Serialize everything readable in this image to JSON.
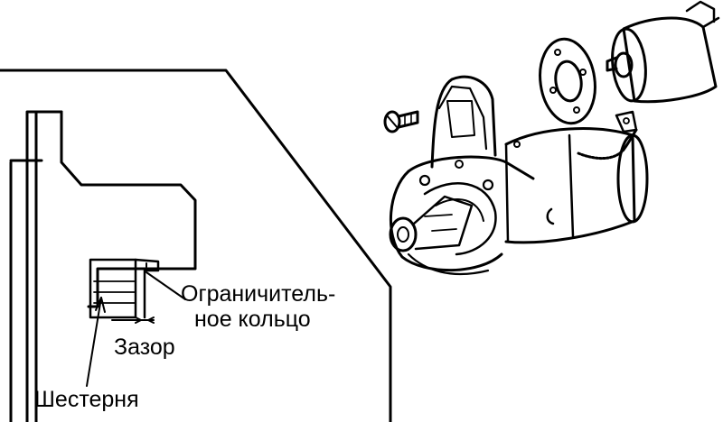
{
  "labels": {
    "limit_ring_line1": "Ограничитель-",
    "limit_ring_line2": "ное кольцо",
    "gap": "Зазор",
    "gear": "Шестерня"
  },
  "colors": {
    "ink": "#000000",
    "paper": "#ffffff"
  }
}
